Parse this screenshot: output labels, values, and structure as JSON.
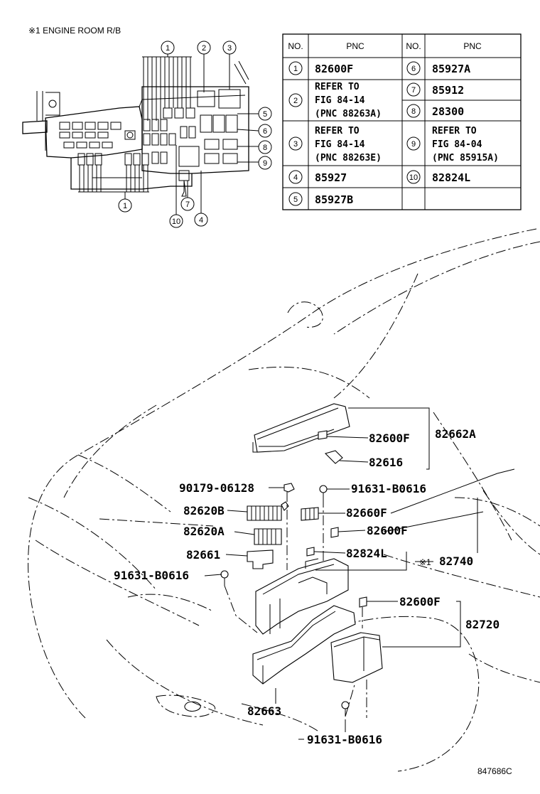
{
  "inset_title": "※1 ENGINE ROOM R/B",
  "table": {
    "headers": [
      "NO.",
      "PNC",
      "NO.",
      "PNC"
    ],
    "rows": [
      {
        "no1": "1",
        "pnc1": [
          "82600F"
        ],
        "no2": "6",
        "pnc2": [
          "85927A"
        ]
      },
      {
        "no1": "2",
        "pnc1": [
          "REFER TO",
          "FIG 84-14",
          "(PNC 88263A)"
        ],
        "no2": "7",
        "pnc2": [
          "85912"
        ],
        "no3": "8",
        "pnc3": [
          "28300"
        ]
      },
      {
        "no1": "3",
        "pnc1": [
          "REFER TO",
          "FIG 84-14",
          "(PNC 88263E)"
        ],
        "no2": "9",
        "pnc2": [
          "REFER TO",
          "FIG 84-04",
          "(PNC 85915A)"
        ]
      },
      {
        "no1": "4",
        "pnc1": [
          "85927"
        ],
        "no2": "10",
        "pnc2": [
          "82824L"
        ]
      },
      {
        "no1": "5",
        "pnc1": [
          "85927B"
        ],
        "no2": "",
        "pnc2": [
          ""
        ]
      }
    ]
  },
  "inset_callouts": [
    "1",
    "2",
    "3",
    "5",
    "6",
    "8",
    "9",
    "1",
    "7",
    "10",
    "4"
  ],
  "labels": {
    "p82600F_a": "82600F",
    "p82662A": "82662A",
    "p82616": "82616",
    "p90179": "90179-06128",
    "p91631_a": "91631-B0616",
    "p82620B": "82620B",
    "p82660F": "82660F",
    "p82620A": "82620A",
    "p82600F_b": "82600F",
    "p82661": "82661",
    "p82824L": "82824L",
    "mark1": "※1",
    "p82740": "82740",
    "p91631_b": "91631-B0616",
    "p82600F_c": "82600F",
    "p82720": "82720",
    "p82663": "82663",
    "p91631_c": "91631-B0616"
  },
  "figure_code": "847686C"
}
